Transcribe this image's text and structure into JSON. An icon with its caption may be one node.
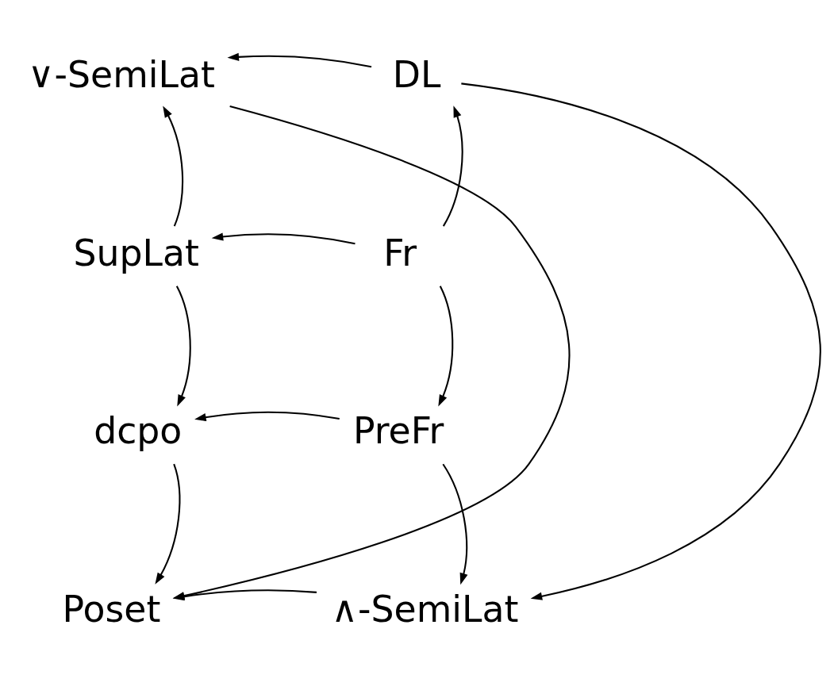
{
  "diagram": {
    "nodes": [
      {
        "text": [
          "∨-SemiLat"
        ]
      },
      {
        "text": [
          "DL"
        ]
      },
      {
        "text": [
          "SupLat"
        ]
      },
      {
        "text": [
          "Fr"
        ]
      },
      {
        "text": [
          "dcpo"
        ]
      },
      {
        "text": [
          "PreFr"
        ]
      },
      {
        "text": [
          "Poset"
        ]
      },
      {
        "text": [
          "∧-SemiLat"
        ]
      }
    ],
    "edges": [
      {
        "from": 1,
        "to": 0,
        "arrow": "to"
      },
      {
        "from": 0,
        "to": 6,
        "arrow": "to"
      },
      {
        "from": 1,
        "to": 7,
        "arrow": "to"
      },
      {
        "from": 2,
        "to": 0,
        "arrow": "to"
      },
      {
        "from": 3,
        "to": 1,
        "arrow": "to"
      },
      {
        "from": 3,
        "to": 2,
        "arrow": "to"
      },
      {
        "from": 2,
        "to": 4,
        "arrow": "to"
      },
      {
        "from": 3,
        "to": 5,
        "arrow": "to"
      },
      {
        "from": 5,
        "to": 4,
        "arrow": "to"
      },
      {
        "from": 4,
        "to": 6,
        "arrow": "to"
      },
      {
        "from": 5,
        "to": 7,
        "arrow": "to"
      },
      {
        "from": 7,
        "to": 6,
        "arrow": "to"
      }
    ]
  }
}
